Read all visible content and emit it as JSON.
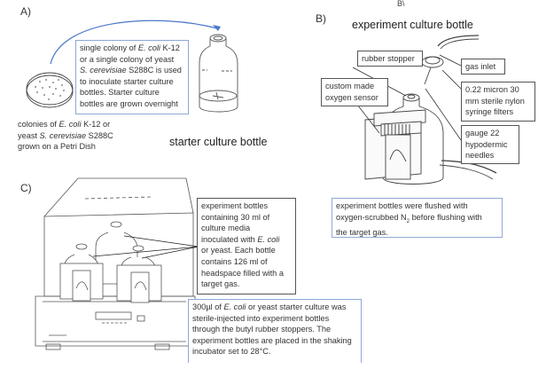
{
  "panels": {
    "a": {
      "label": "A)",
      "inoculation_box": {
        "line1_pre": "single colony of ",
        "line1_ital": "E. coli",
        "line1_post": " K-12",
        "line2": "or a single colony of yeast",
        "line3_ital": "S. cerevisiae",
        "line3_post": " S288C is used",
        "line4": "to inoculate starter culture",
        "line5": "bottles. Starter culture",
        "line6": "bottles are grown overnight"
      },
      "petri_caption": {
        "line1_pre": "colonies of ",
        "line1_ital": "E. coli",
        "line1_post": " K-12 or",
        "line2_pre": "yeast ",
        "line2_ital": "S. cerevisiae",
        "line2_post": " S288C",
        "line3": "grown on a Petri Dish"
      },
      "bottle_caption": "starter culture bottle"
    },
    "b": {
      "stray_label": "B\\",
      "label": "B)",
      "title": "experiment culture bottle",
      "callouts": {
        "rubber_stopper": "rubber stopper",
        "gas_inlet": "gas inlet",
        "oxygen_sensor_1": "custom made",
        "oxygen_sensor_2": "oxygen sensor",
        "filter_1": "0.22 micron 30",
        "filter_2": "mm sterile nylon",
        "filter_3": "syringe filters",
        "needle_1": "gauge 22",
        "needle_2": "hypodermic",
        "needle_3": "needles"
      },
      "flush_box": {
        "line1": "experiment bottles were flushed with",
        "line2_pre": "oxygen-scrubbed N",
        "line2_sub": "2",
        "line2_post": " before flushing with",
        "line3": "the target gas."
      }
    },
    "c": {
      "label": "C)",
      "bottles_box": {
        "line1": "experiment bottles",
        "line2": "containing 30 ml of",
        "line3": "culture media",
        "line4_pre": "inoculated with ",
        "line4_ital": "E. coli",
        "line5": "or yeast. Each bottle",
        "line6": "contains 126 ml of",
        "line7": "headspace filled with a",
        "line8": "target gas."
      },
      "injection_box": {
        "line1_pre": "300µl of ",
        "line1_ital": "E. coli",
        "line1_post": " or yeast starter culture was",
        "line2": "sterile-injected into experiment bottles",
        "line3": "through the butyl rubber stoppers. The",
        "line4": "experiment bottles are placed in the shaking",
        "line5": "incubator set to 28°C."
      }
    }
  },
  "colors": {
    "arrow_blue": "#4a78c8",
    "box_blue": "#8fa8d6",
    "box_gray": "#555555",
    "text": "#333333"
  }
}
